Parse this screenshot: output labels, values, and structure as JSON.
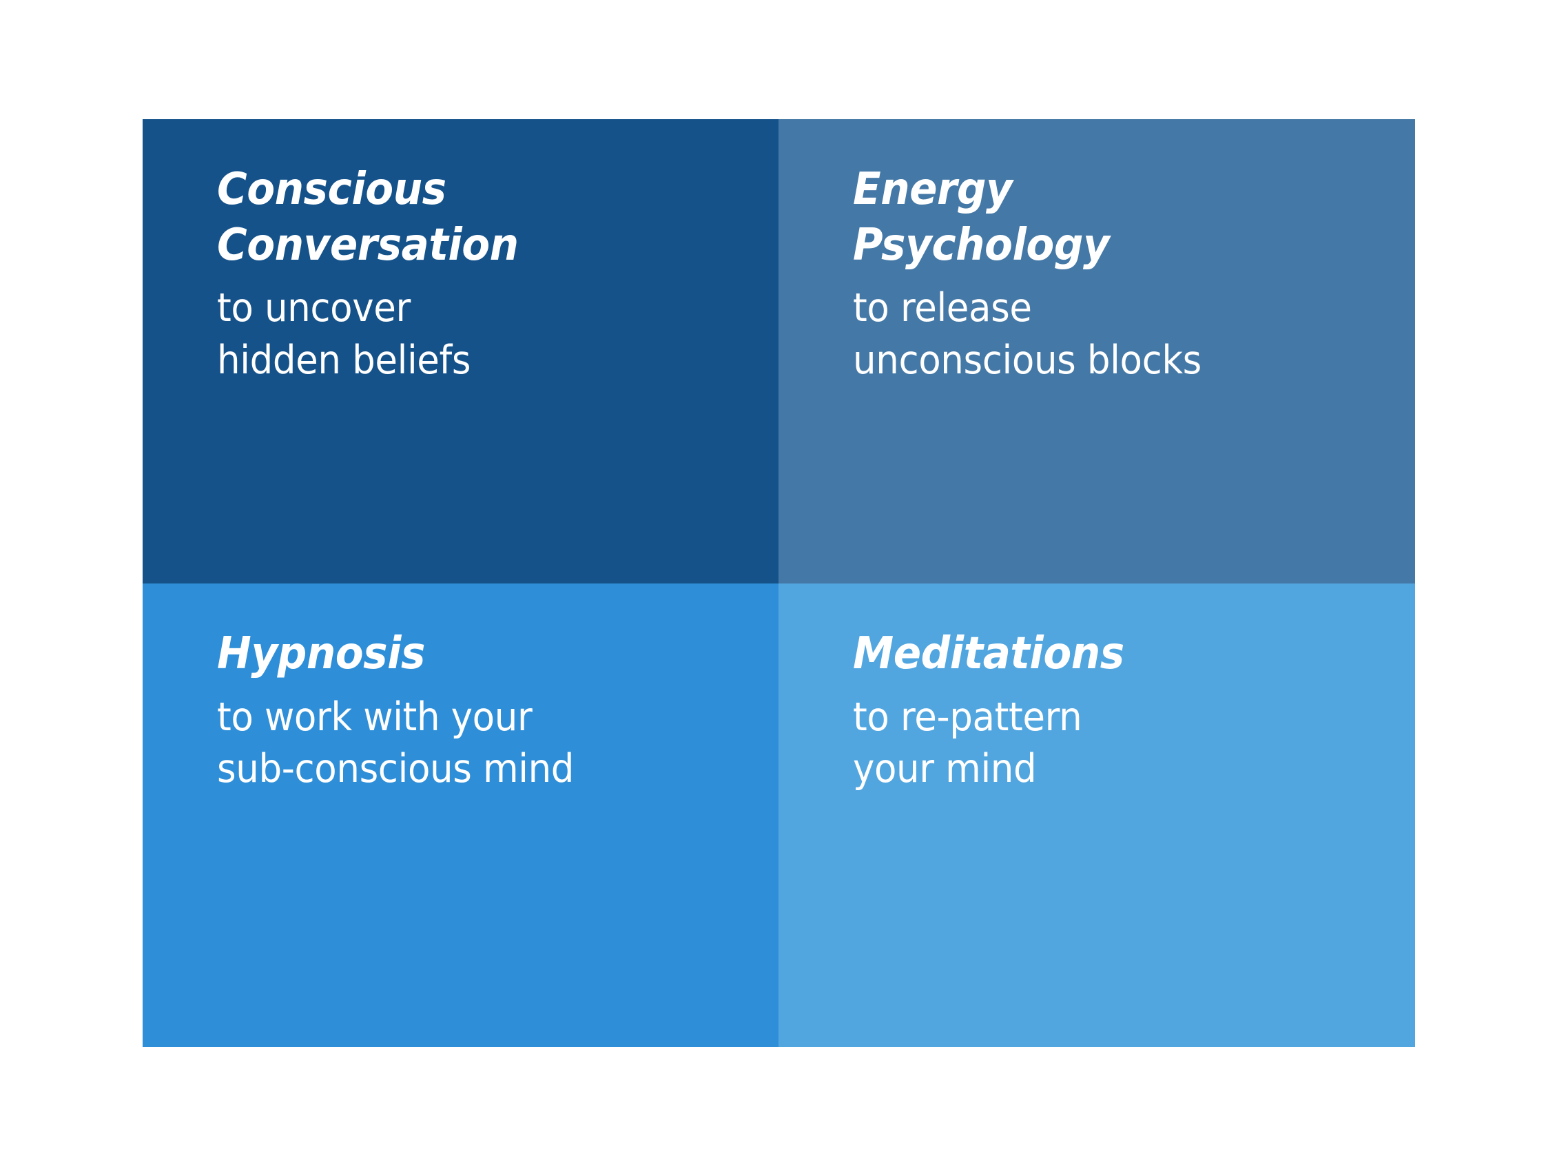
{
  "page": {
    "background_color": "#ffffff",
    "layout": "2x2-quadrant-grid",
    "columns": 2,
    "rows": 2
  },
  "cells": [
    {
      "id": "conscious-conversation",
      "position": "top-left",
      "heading": "Conscious\nConversation",
      "body": "to uncover\nhidden beliefs",
      "background_color": "#15528a",
      "text_color": "#ffffff"
    },
    {
      "id": "energy-psychology",
      "position": "top-right",
      "heading": "Energy\nPsychology",
      "body": "to release\nunconscious blocks",
      "background_color": "#4478a6",
      "text_color": "#ffffff"
    },
    {
      "id": "hypnosis",
      "position": "bottom-left",
      "heading": "Hypnosis",
      "body": "to work with your\nsub-conscious mind",
      "background_color": "#2e8fd8",
      "text_color": "#ffffff"
    },
    {
      "id": "meditations",
      "position": "bottom-right",
      "heading": "Meditations",
      "body": "to re-pattern\nyour mind",
      "background_color": "#51a6e0",
      "text_color": "#ffffff"
    }
  ]
}
